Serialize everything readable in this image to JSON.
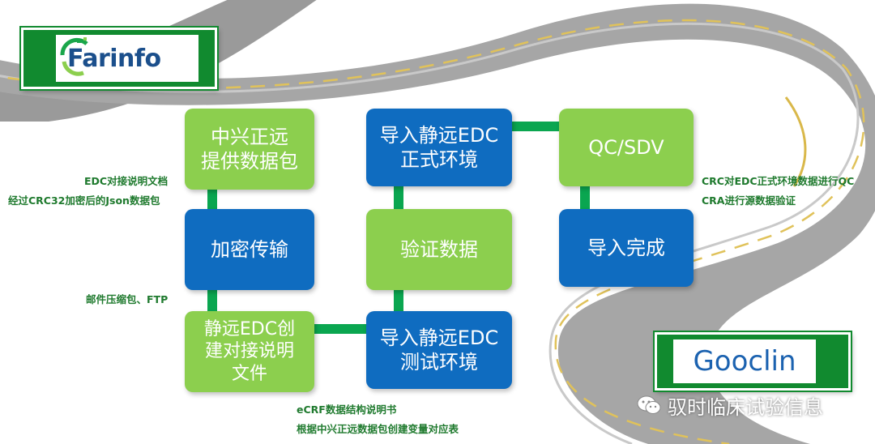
{
  "logos": {
    "farinfo": "Farinfo",
    "goclin": "Gooclin"
  },
  "boxes": {
    "b1": "中兴正远\n提供数据包",
    "b2": "加密传输",
    "b3": "静远EDC创\n建对接说明\n文件",
    "b4": "导入静远EDC\n正式环境",
    "b5": "验证数据",
    "b6": "导入静远EDC\n测试环境",
    "b7": "QC/SDV",
    "b8": "导入完成"
  },
  "notes": {
    "n1": "EDC对接说明文档",
    "n2": "经过CRC32加密后的Json数据包",
    "n3": "邮件压缩包、FTP",
    "n4": "eCRF数据结构说明书",
    "n5": "根据中兴正远数据包创建变量对应表",
    "n6": "CRC对EDC正式环境数据进行QC",
    "n7": "CRA进行源数据验证"
  },
  "watermark": "驭时临床试验信息",
  "colors": {
    "green_box": "#8ccf4e",
    "blue_box": "#0f6cc0",
    "connector": "#0aa650",
    "note_text": "#1f7a2e",
    "road": "#8a8a8a",
    "sign_green": "#118a2f"
  }
}
